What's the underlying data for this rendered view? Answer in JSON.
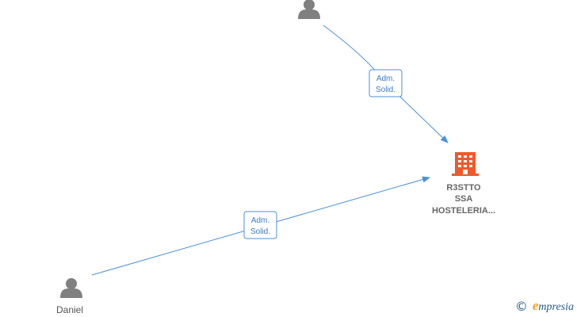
{
  "nodes": {
    "person_top": {
      "label": ""
    },
    "person_daniel": {
      "label": "Daniel"
    },
    "company": {
      "label_lines": [
        "R3STTO",
        "SSA",
        "HOSTELERIA..."
      ]
    }
  },
  "edges": [
    {
      "label_lines": [
        "Adm.",
        "Solid."
      ]
    },
    {
      "label_lines": [
        "Adm.",
        "Solid."
      ]
    }
  ],
  "brand": {
    "copyright": "©",
    "name_initial": "e",
    "name_rest": "mpresia"
  },
  "colors": {
    "edge": "#4a90d9",
    "person": "#808080",
    "company": "#ef5a2a"
  }
}
